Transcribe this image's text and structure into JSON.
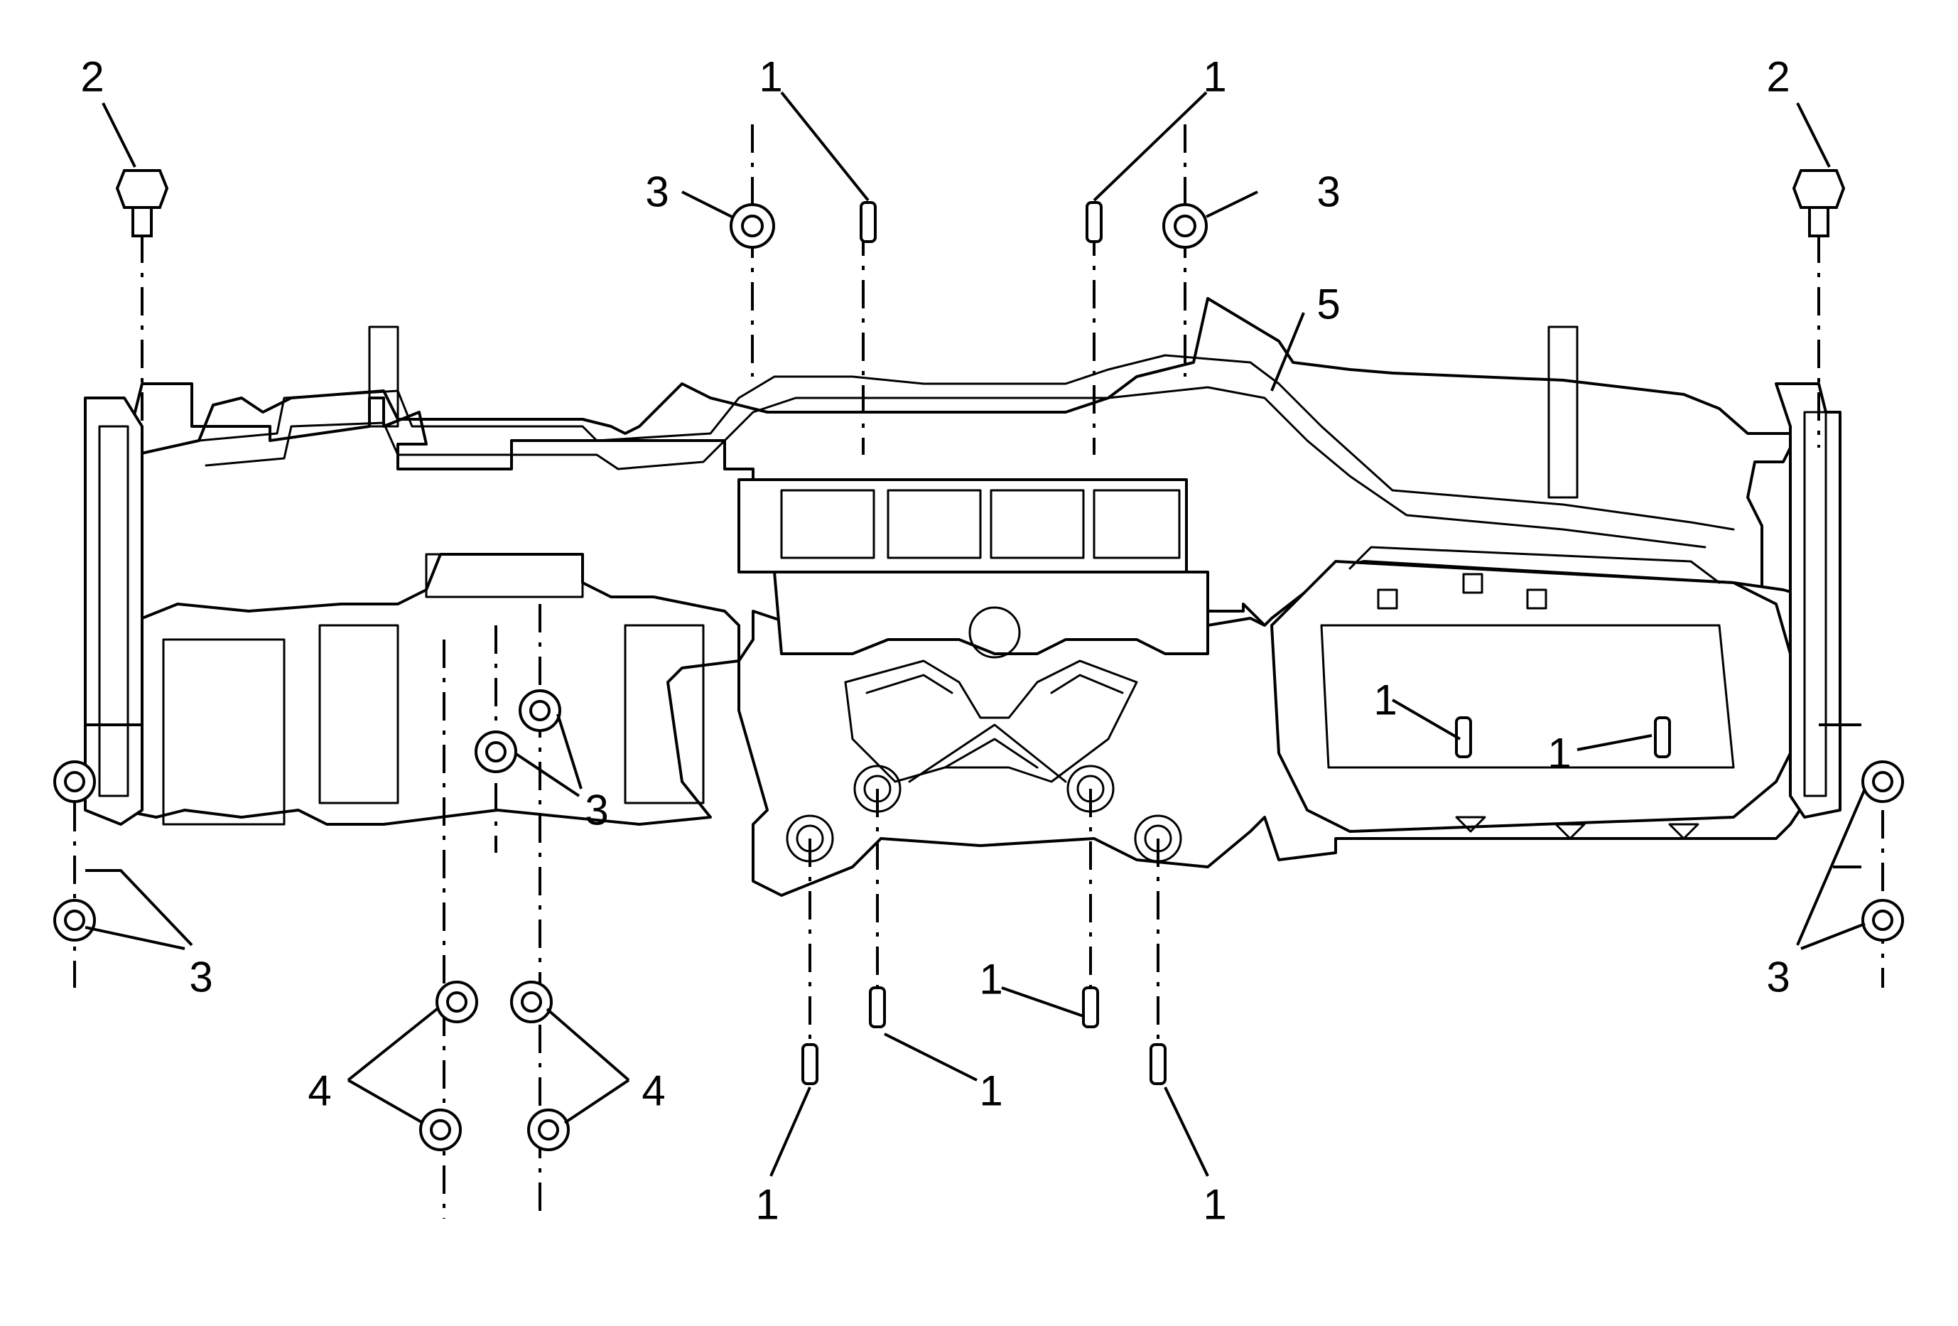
{
  "diagram": {
    "callouts": [
      {
        "id": "c1",
        "label": "2"
      },
      {
        "id": "c2",
        "label": "1"
      },
      {
        "id": "c3",
        "label": "1"
      },
      {
        "id": "c4",
        "label": "2"
      },
      {
        "id": "c5",
        "label": "3"
      },
      {
        "id": "c6",
        "label": "3"
      },
      {
        "id": "c7",
        "label": "5"
      },
      {
        "id": "c8",
        "label": "1"
      },
      {
        "id": "c9",
        "label": "1"
      },
      {
        "id": "c10",
        "label": "3"
      },
      {
        "id": "c11",
        "label": "3"
      },
      {
        "id": "c12",
        "label": "3"
      },
      {
        "id": "c13",
        "label": "1"
      },
      {
        "id": "c14",
        "label": "1"
      },
      {
        "id": "c15",
        "label": "4"
      },
      {
        "id": "c16",
        "label": "4"
      },
      {
        "id": "c17",
        "label": "1"
      },
      {
        "id": "c18",
        "label": "1"
      }
    ]
  }
}
